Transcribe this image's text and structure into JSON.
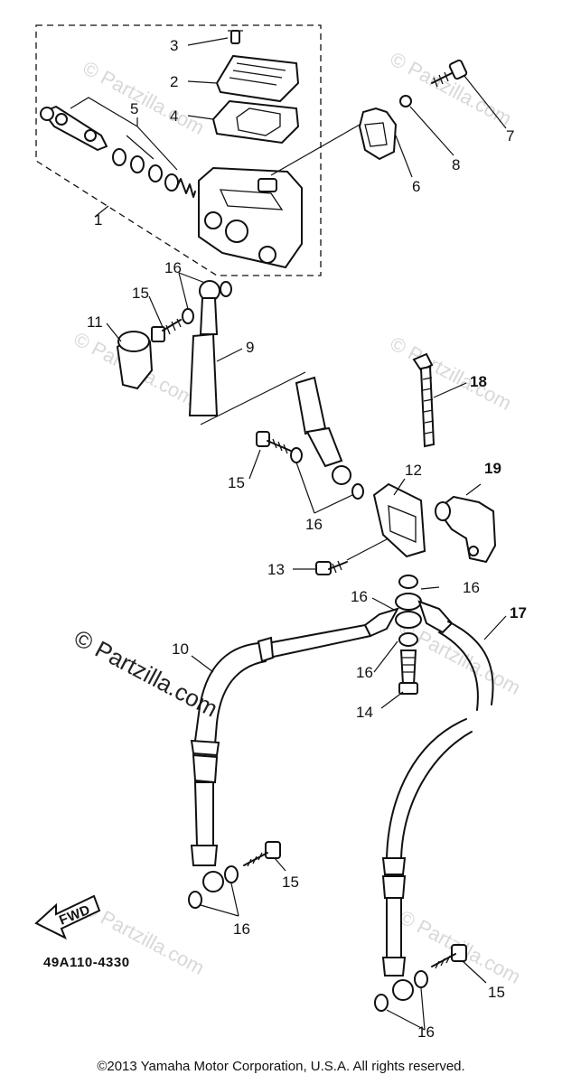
{
  "diagram": {
    "callouts": [
      {
        "id": "c1",
        "label": "1"
      },
      {
        "id": "c2",
        "label": "2"
      },
      {
        "id": "c3",
        "label": "3"
      },
      {
        "id": "c4",
        "label": "4"
      },
      {
        "id": "c5",
        "label": "5"
      },
      {
        "id": "c6",
        "label": "6"
      },
      {
        "id": "c7",
        "label": "7"
      },
      {
        "id": "c8",
        "label": "8"
      },
      {
        "id": "c9",
        "label": "9"
      },
      {
        "id": "c10",
        "label": "10"
      },
      {
        "id": "c11",
        "label": "11"
      },
      {
        "id": "c12",
        "label": "12"
      },
      {
        "id": "c13",
        "label": "13"
      },
      {
        "id": "c14",
        "label": "14"
      },
      {
        "id": "c15a",
        "label": "15"
      },
      {
        "id": "c15b",
        "label": "15"
      },
      {
        "id": "c15c",
        "label": "15"
      },
      {
        "id": "c15d",
        "label": "15"
      },
      {
        "id": "c16a",
        "label": "16"
      },
      {
        "id": "c16b",
        "label": "16"
      },
      {
        "id": "c16c",
        "label": "16"
      },
      {
        "id": "c16d",
        "label": "16"
      },
      {
        "id": "c16e",
        "label": "16"
      },
      {
        "id": "c16f",
        "label": "16"
      },
      {
        "id": "c16g",
        "label": "16"
      },
      {
        "id": "c17",
        "label": "17"
      },
      {
        "id": "c18",
        "label": "18"
      },
      {
        "id": "c19",
        "label": "19"
      }
    ],
    "fwd_label": "FWD",
    "diagram_code": "49A110-4330",
    "watermark_main": "© Partzilla.com",
    "watermark_faint": "© Partzilla.com"
  },
  "footer": {
    "copyright": "©2013 Yamaha Motor Corporation, U.S.A. All rights reserved."
  }
}
